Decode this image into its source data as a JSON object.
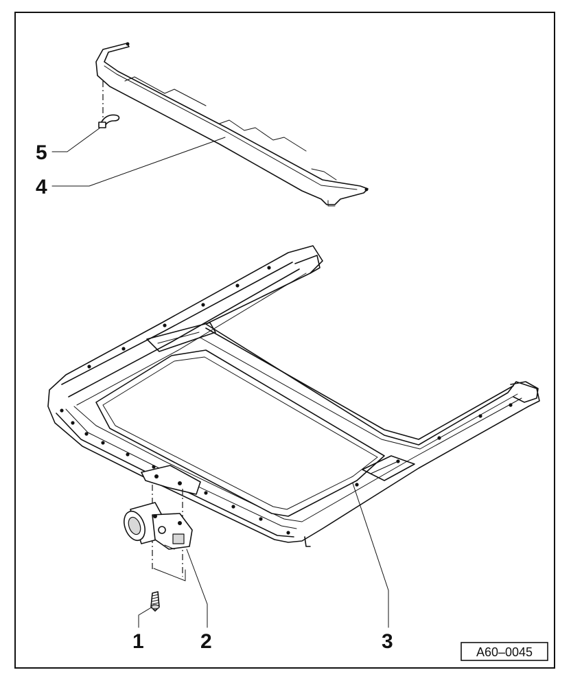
{
  "figure_ref": "A60–0045",
  "callouts": {
    "c1": "1",
    "c2": "2",
    "c3": "3",
    "c4": "4",
    "c5": "5"
  }
}
